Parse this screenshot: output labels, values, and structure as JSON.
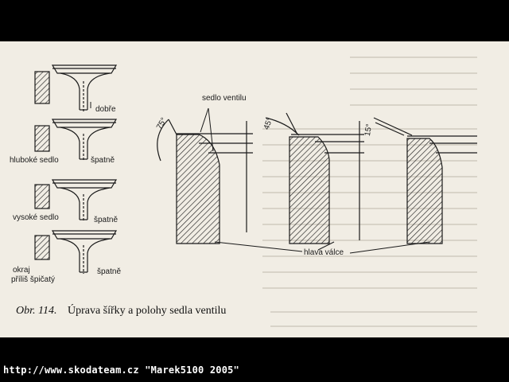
{
  "labels": {
    "good": "dobře",
    "deep_seat": "hluboké sedlo",
    "bad_1": "špatně",
    "high_seat": "vysoké sedlo",
    "bad_2": "špatně",
    "edge_line1": "okraj",
    "edge_line2": "příliš špičatý",
    "bad_3": "špatně",
    "valve_seat": "sedlo ventilu",
    "cylinder_head": "hlava válce"
  },
  "angles": [
    "75°",
    "45°",
    "15°"
  ],
  "caption": {
    "number": "Obr. 114.",
    "text": "Úprava šířky a polohy sedla ventilu"
  },
  "footer": "http://www.skodateam.cz \"Marek5100 2005\"",
  "colors": {
    "frame": "#000000",
    "paper": "#f1ede4",
    "ink": "#1a1a1a",
    "footer_text": "#ffffff"
  }
}
